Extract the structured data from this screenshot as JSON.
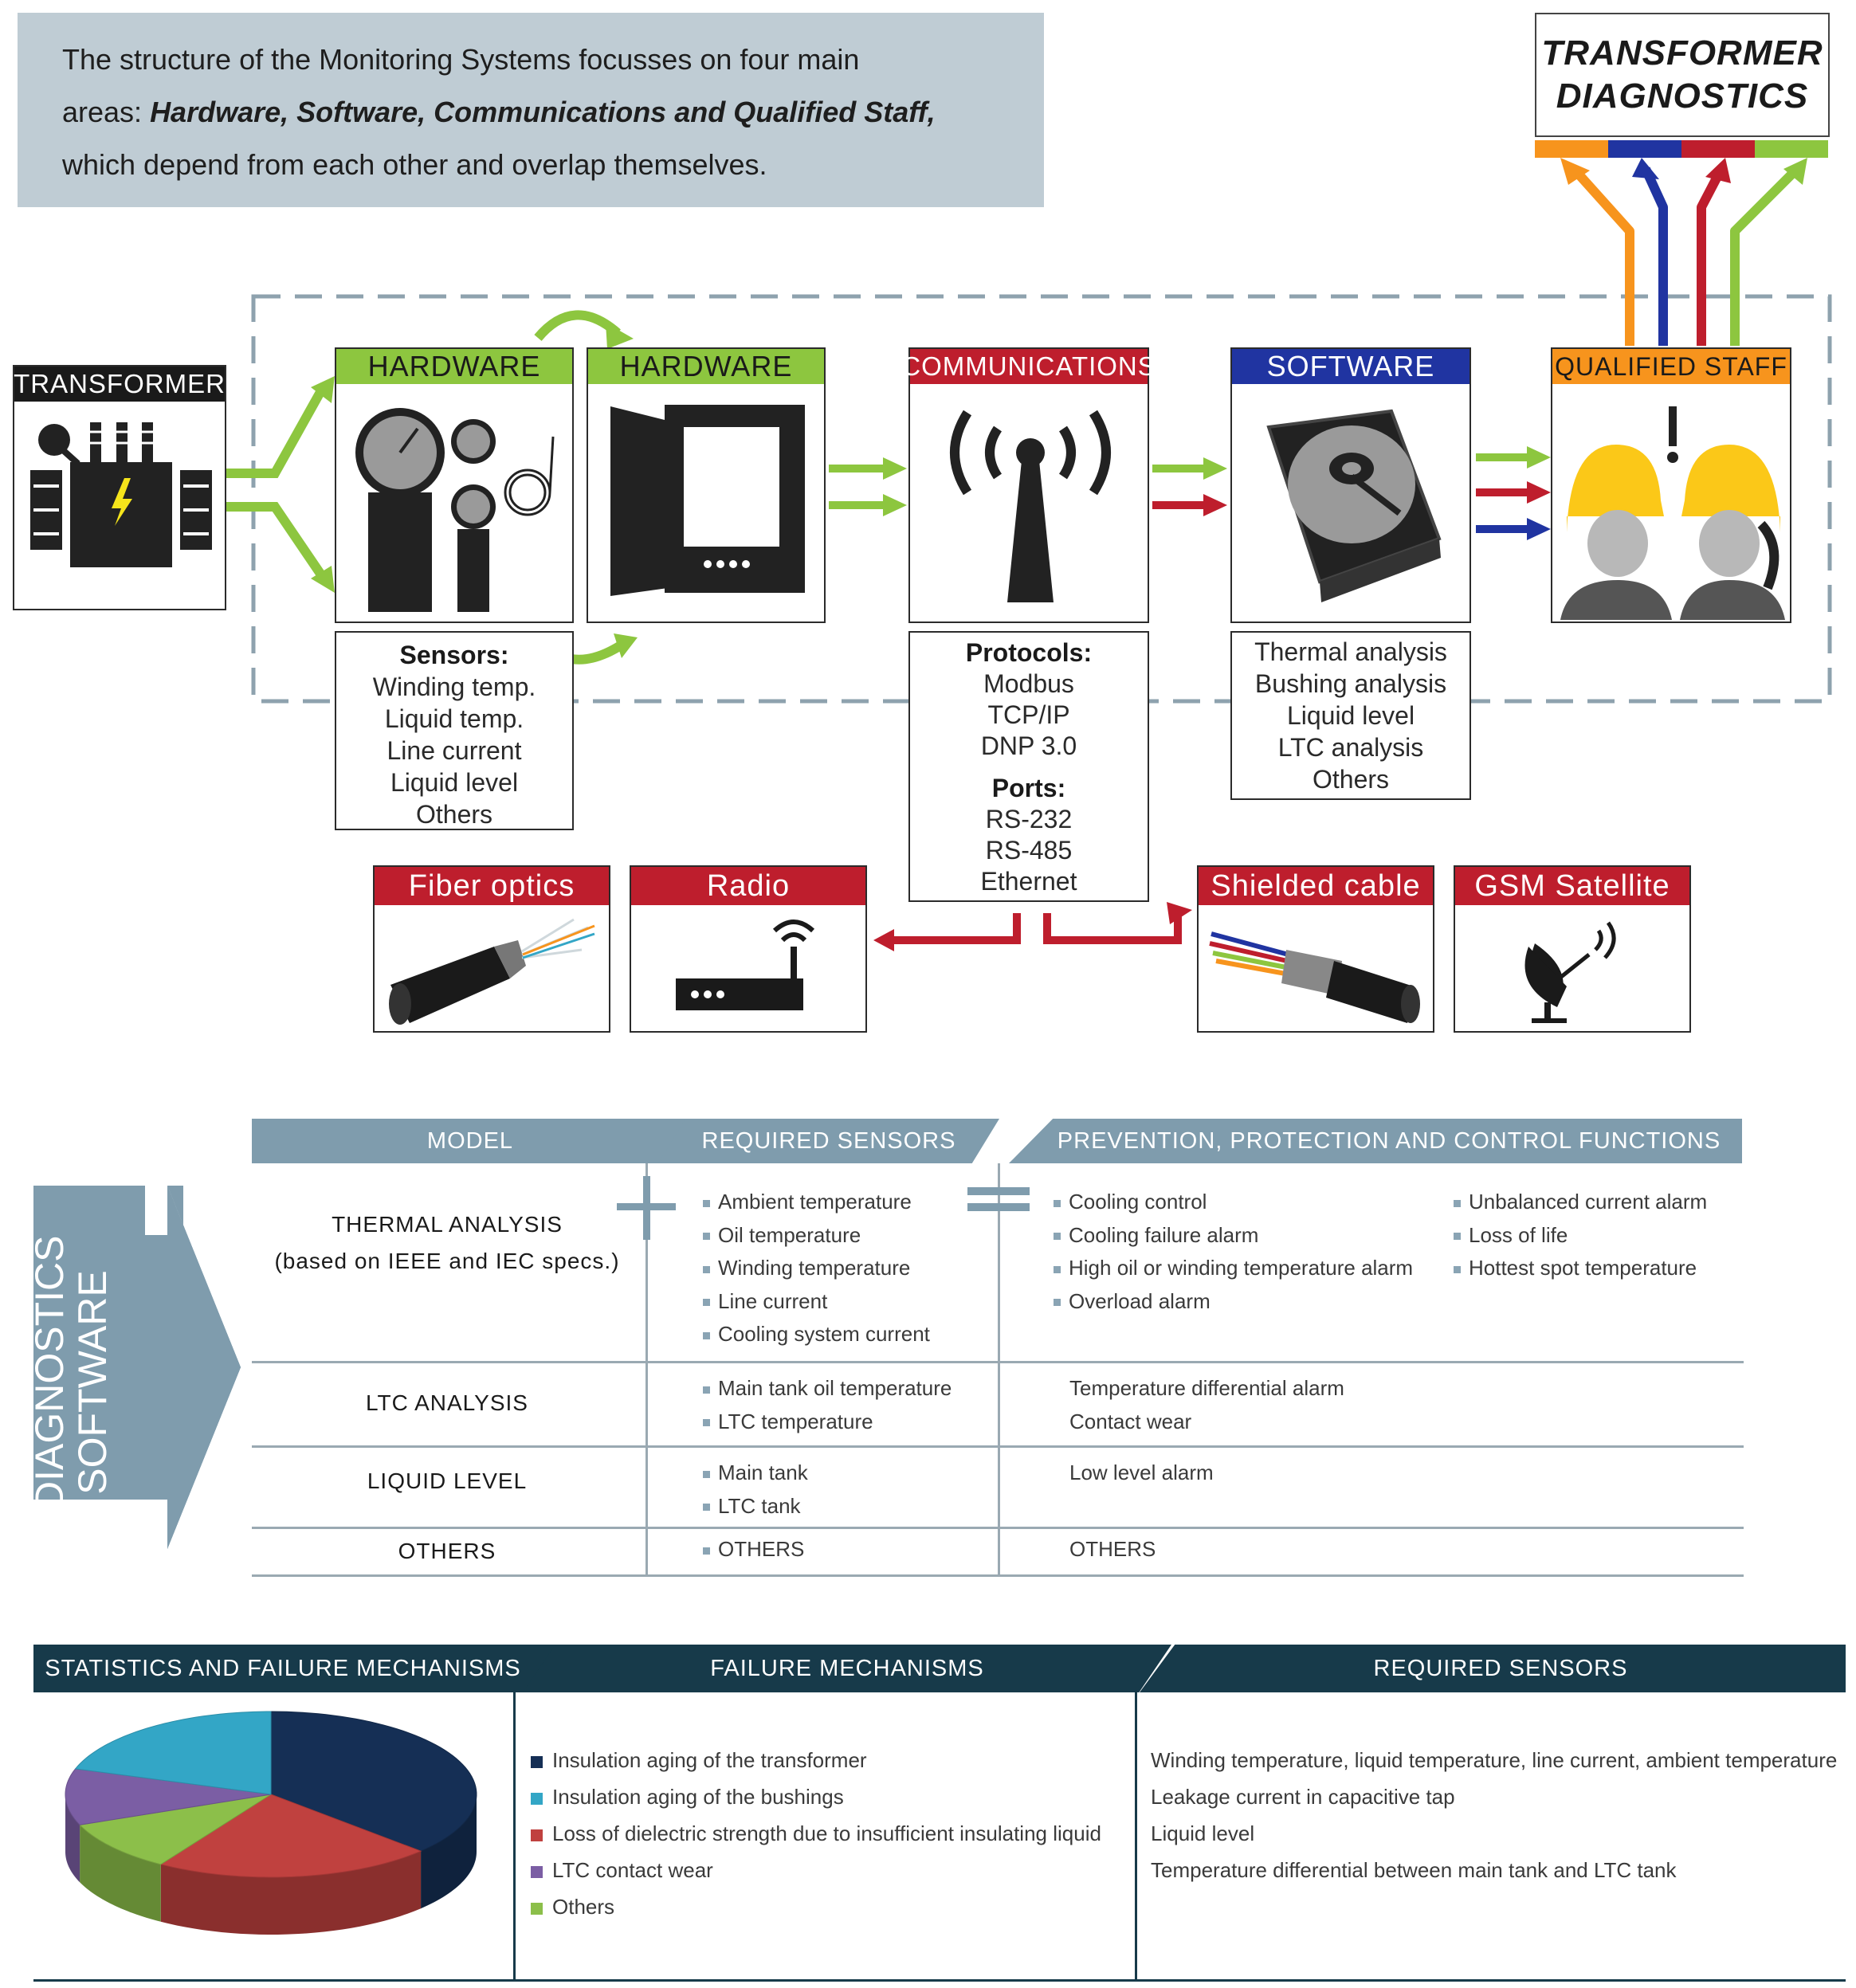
{
  "intro": {
    "line1": "The structure of the Monitoring Systems focusses on four main",
    "line2_prefix": "areas: ",
    "line2_bold": "Hardware, Software, Communications and Qualified Staff,",
    "line3": "which depend from each other and overlap themselves."
  },
  "diagnostics_box": {
    "line1": "TRANSFORMER",
    "line2": "DIAGNOSTICS"
  },
  "colors": {
    "green": "#8dc63f",
    "red": "#be1e2d",
    "blue": "#2034a1",
    "orange": "#f7941d",
    "steel": "#7f9cad",
    "navy": "#173a4a"
  },
  "flow": {
    "transformer": {
      "label": "TRANSFORMER",
      "icon": "transformer-icon"
    },
    "hardware_sensors": {
      "label": "HARDWARE",
      "icon": "gauges-icon"
    },
    "hardware_cabinet": {
      "label": "HARDWARE",
      "icon": "cabinet-icon"
    },
    "communications": {
      "label": "COMMUNICATIONS",
      "icon": "antenna-icon"
    },
    "software": {
      "label": "SOFTWARE",
      "icon": "hard-disk-icon"
    },
    "qualified_staff": {
      "label": "QUALIFIED STAFF",
      "icon": "workers-icon"
    }
  },
  "sensors_box": {
    "title": "Sensors:",
    "items": [
      "Winding temp.",
      "Liquid temp.",
      "Line current",
      "Liquid level",
      "Others"
    ]
  },
  "protocols_box": {
    "title": "Protocols:",
    "items": [
      "Modbus",
      "TCP/IP",
      "DNP 3.0"
    ],
    "ports_title": "Ports:",
    "ports": [
      "RS-232",
      "RS-485",
      "Ethernet"
    ]
  },
  "software_box": {
    "items": [
      "Thermal analysis",
      "Bushing analysis",
      "Liquid level",
      "LTC analysis",
      "Others"
    ]
  },
  "media": [
    {
      "label": "Fiber optics",
      "icon": "fiber-optic-cable-icon"
    },
    {
      "label": "Radio",
      "icon": "radio-router-icon"
    },
    {
      "label": "Shielded cable",
      "icon": "shielded-cable-icon"
    },
    {
      "label": "GSM Satellite",
      "icon": "satellite-dish-icon"
    }
  ],
  "diag_table": {
    "side_label_1": "DIAGNOSTICS",
    "side_label_2": "SOFTWARE",
    "headers": [
      "MODEL",
      "REQUIRED SENSORS",
      "PREVENTION, PROTECTION AND CONTROL FUNCTIONS"
    ],
    "rows": [
      {
        "model_1": "THERMAL ANALYSIS",
        "model_2": "(based on IEEE and IEC specs.)",
        "sensors": [
          "Ambient temperature",
          "Oil temperature",
          "Winding temperature",
          "Line current",
          "Cooling system current"
        ],
        "functions_a": [
          "Cooling control",
          "Cooling failure alarm",
          "High oil or winding temperature alarm",
          "Overload alarm"
        ],
        "functions_b": [
          "Unbalanced current alarm",
          "Loss of life",
          "Hottest spot temperature"
        ]
      },
      {
        "model_1": "LTC ANALYSIS",
        "sensors": [
          "Main tank oil temperature",
          "LTC temperature"
        ],
        "functions": [
          "Temperature differential alarm",
          "Contact wear"
        ]
      },
      {
        "model_1": "LIQUID LEVEL",
        "sensors": [
          "Main tank",
          "LTC tank"
        ],
        "functions": [
          "Low level alarm"
        ]
      },
      {
        "model_1": "OTHERS",
        "sensors": [
          "OTHERS"
        ],
        "functions": [
          "OTHERS"
        ]
      }
    ]
  },
  "stats_table": {
    "headers": [
      "STATISTICS AND FAILURE MECHANISMS",
      "FAILURE MECHANISMS",
      "REQUIRED SENSORS"
    ],
    "failures": [
      {
        "label": "Insulation aging of the transformer",
        "color": "#152f55"
      },
      {
        "label": "Insulation aging of the bushings",
        "color": "#33a6c6"
      },
      {
        "label": "Loss of dielectric strength due to insufficient insulating liquid",
        "color": "#c0413f"
      },
      {
        "label": "LTC contact wear",
        "color": "#7b5ea4"
      },
      {
        "label": "Others",
        "color": "#8cbf4a"
      }
    ],
    "sensors": [
      "Winding temperature, liquid temperature, line current, ambient temperature",
      "Leakage current in capacitive tap",
      "Liquid level",
      "Temperature differential between main tank and LTC tank"
    ]
  },
  "chart_data": {
    "type": "pie",
    "title": "",
    "categories": [
      "Insulation aging of the transformer",
      "Loss of dielectric strength due to insufficient insulating liquid",
      "Others",
      "LTC contact wear",
      "Insulation aging of the bushings"
    ],
    "values": [
      37,
      22,
      10,
      11,
      20
    ],
    "colors": [
      "#152f55",
      "#c0413f",
      "#8cbf4a",
      "#7b5ea4",
      "#33a6c6"
    ]
  }
}
